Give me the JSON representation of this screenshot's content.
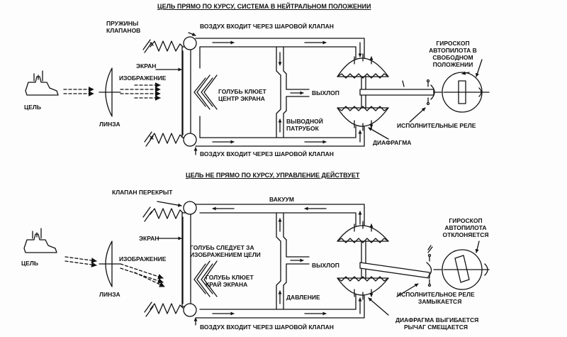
{
  "colors": {
    "ink": "#111111",
    "background": "#fdfdfd"
  },
  "top": {
    "title": "ЦЕЛЬ ПРЯМО ПО КУРСУ, СИСТЕМА В НЕЙТРАЛЬНОМ ПОЛОЖЕНИИ",
    "labels": {
      "springs_line1": "ПРУЖИНЫ",
      "springs_line2": "КЛАПАНОВ",
      "air_in_top": "ВОЗДУХ ВХОДИТ ЧЕРЕЗ ШАРОВОЙ КЛАПАН",
      "screen": "ЭКРАН",
      "image": "ИЗОБРАЖЕНИЕ",
      "target": "ЦЕЛЬ",
      "lens": "ЛИНЗА",
      "pigeon_line1": "ГОЛУБЬ КЛЮЕТ",
      "pigeon_line2": "ЦЕНТР ЭКРАНА",
      "exhaust": "ВЫХЛОП",
      "outlet_line1": "ВЫВОДНОЙ",
      "outlet_line2": "ПАТРУБОК",
      "gyro_line1": "ГИРОСКОП",
      "gyro_line2": "АВТОПИЛОТА В",
      "gyro_line3": "СВОБОДНОМ",
      "gyro_line4": "ПОЛОЖЕНИИ",
      "relay": "ИСПОЛНИТЕЛЬНЫЕ РЕЛЕ",
      "diaphragm": "ДИАФРАГМА",
      "air_in_bottom": "ВОЗДУХ ВХОДИТ ЧЕРЕЗ ШАРОВОЙ КЛАПАН"
    }
  },
  "bottom": {
    "title": "ЦЕЛЬ НЕ ПРЯМО ПО КУРСУ, УПРАВЛЕНИЕ ДЕЙСТВУЕТ",
    "labels": {
      "valve_closed": "КЛАПАН ПЕРЕКРЫТ",
      "vacuum": "ВАКУУМ",
      "screen": "ЭКРАН",
      "image": "ИЗОБРАЖЕНИЕ",
      "target": "ЦЕЛЬ",
      "lens": "ЛИНЗА",
      "pigeon_follows_line1": "ГОЛУБЬ СЛЕДУЕТ ЗА",
      "pigeon_follows_line2": "ИЗОБРАЖЕНИЕМ ЦЕЛИ",
      "pigeon_pecks_line1": "ГОЛУБЬ КЛЮЕТ",
      "pigeon_pecks_line2": "КРАЙ ЭКРАНА",
      "exhaust": "ВЫХЛОП",
      "pressure": "ДАВЛЕНИЕ",
      "gyro_line1": "ГИРОСКОП",
      "gyro_line2": "АВТОПИЛОТА",
      "gyro_line3": "ОТКЛОНЯЕТСЯ",
      "relay_line1": "ИСПОЛНИТЕЛЬНОЕ РЕЛЕ",
      "relay_line2": "ЗАМЫКАЕТСЯ",
      "diaphragm_line1": "ДИАФРАГМА ВЫГИБАЕТСЯ",
      "diaphragm_line2": "РЫЧАГ СМЕЩАЕТСЯ",
      "air_in": "ВОЗДУХ ВХОДИТ ЧЕРЕЗ ШАРОВОЙ КЛАПАН"
    }
  }
}
